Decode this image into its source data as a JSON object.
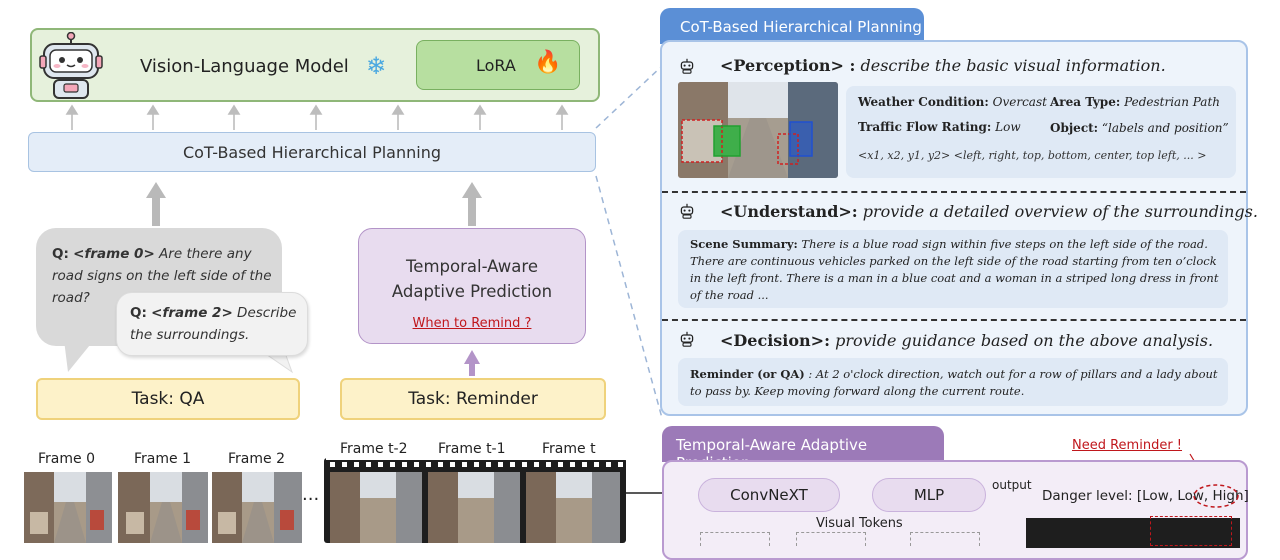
{
  "left": {
    "vlm": {
      "title": "Vision-Language Model",
      "snow": "❄",
      "lora": "LoRA",
      "fire": "🔥"
    },
    "cot_bar": "CoT-Based Hierarchical Planning",
    "qa_bubble": {
      "q_prefix": "Q:",
      "tag": "<frame 0>",
      "text": " Are there any road signs on the left side of the road?"
    },
    "qa_bubble2": {
      "q_prefix": "Q:",
      "tag": "<frame 2>",
      "text": " Describe the surroundings."
    },
    "temporal_box": {
      "title_line1": "Temporal-Aware",
      "title_line2": "Adaptive Prediction",
      "remind": "When to Remind ?"
    },
    "task_qa": "Task: QA",
    "task_reminder": "Task: Reminder",
    "frames_left": [
      "Frame 0",
      "Frame 1",
      "Frame 2"
    ],
    "ellipsis": "...",
    "frames_right": [
      "Frame t-2",
      "Frame t-1",
      "Frame t"
    ]
  },
  "right": {
    "cot_tab": "CoT-Based Hierarchical Planning",
    "perception": {
      "tag": "<Perception> :",
      "desc": " describe the basic visual information.",
      "weather_label": "Weather Condition:",
      "weather_value": " Overcast",
      "area_label": "Area Type:",
      "area_value": " Pedestrian Path",
      "traffic_label": "Traffic Flow Rating:",
      "traffic_value": " Low",
      "object_label": "Object:",
      "object_value": " “labels and position”",
      "coords": "<x1, x2, y1, y2> <left, right, top, bottom, center, top left, ... >"
    },
    "understand": {
      "tag": "<Understand>:",
      "desc": " provide a detailed overview of the surroundings.",
      "summary_label": "Scene Summary:",
      "summary_text": " There is a blue road sign within five steps on the left side of the road. There are continuous vehicles parked on the left side of the road starting from ten o’clock in the left front. There is a man in a blue coat and a woman in a striped long dress in front of the road ..."
    },
    "decision": {
      "tag": "<Decision>:",
      "desc": " provide guidance based on the above analysis.",
      "reminder_label": "Reminder (or QA)",
      "reminder_text": " : At  2 o'clock direction, watch out for a row of pillars and a lady about to pass by. Keep moving forward along the current route."
    },
    "tap_tab": "Temporal-Aware Adaptive Prediction",
    "need_reminder": "Need Reminder !",
    "convnext": "ConvNeXT",
    "mlp": "MLP",
    "output": "output",
    "danger": "Danger level: [Low, Low, High]",
    "visual_tokens": "Visual Tokens"
  },
  "colors": {
    "vlm_green": "#e6f1dc",
    "cot_blue": "#5b8fd6",
    "tap_purple": "#9c7ab8",
    "task_yellow": "#fdf2c9",
    "alert_red": "#c0171c"
  }
}
